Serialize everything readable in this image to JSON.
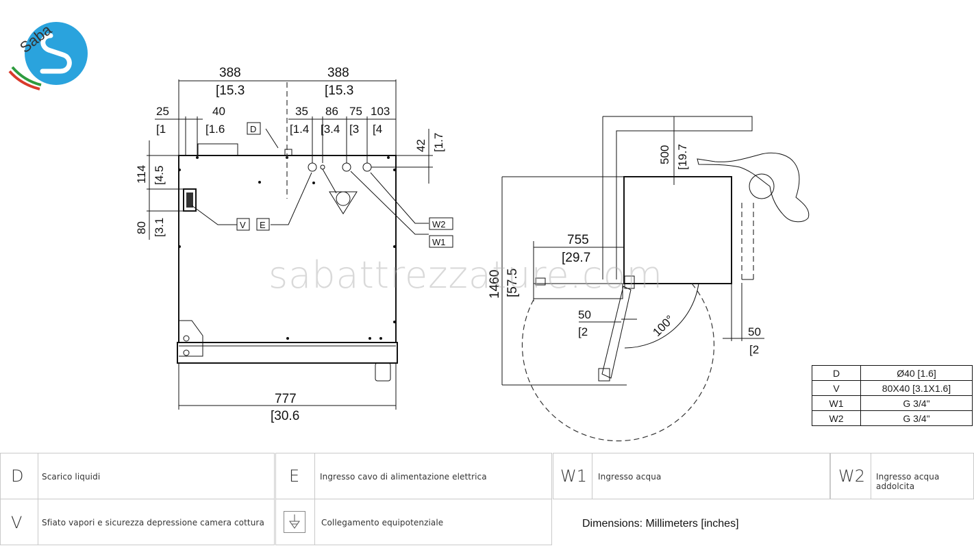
{
  "brand": {
    "logo_text": "Saba",
    "logo_colors": {
      "circle": "#2aa3dd",
      "green": "#2e9b3e",
      "red": "#d93a2b"
    },
    "watermark": "sabattrezzature.com"
  },
  "front_view": {
    "dims": {
      "top_left": {
        "mm": "388",
        "in": "[15.3"
      },
      "top_right": {
        "mm": "388",
        "in": "[15.3"
      },
      "d25": {
        "mm": "25",
        "in": "[1"
      },
      "d40": {
        "mm": "40",
        "in": "[1.6"
      },
      "d35": {
        "mm": "35",
        "in": "[1.4"
      },
      "d86": {
        "mm": "86",
        "in": "[3.4"
      },
      "d75": {
        "mm": "75",
        "in": "[3"
      },
      "d103": {
        "mm": "103",
        "in": "[4"
      },
      "d42": {
        "mm": "42",
        "in": "[1.7"
      },
      "d114": {
        "mm": "114",
        "in": "[4.5"
      },
      "d80": {
        "mm": "80",
        "in": "[3.1"
      },
      "width": {
        "mm": "777",
        "in": "[30.6"
      }
    },
    "tags": {
      "D": "D",
      "V": "V",
      "E": "E",
      "W1": "W1",
      "W2": "W2"
    }
  },
  "side_view": {
    "dims": {
      "d500": {
        "mm": "500",
        "in": "[19.7"
      },
      "d755": {
        "mm": "755",
        "in": "[29.7"
      },
      "d1460": {
        "mm": "1460",
        "in": "[57.5"
      },
      "d50_door": {
        "mm": "50",
        "in": "[2"
      },
      "d50_right": {
        "mm": "50",
        "in": "[2"
      },
      "angle": "100°"
    }
  },
  "spec_table": [
    {
      "key": "D",
      "value": "Ø40 [1.6]"
    },
    {
      "key": "V",
      "value": "80X40 [3.1X1.6]"
    },
    {
      "key": "W1",
      "value": "G 3/4\""
    },
    {
      "key": "W2",
      "value": "G 3/4\""
    }
  ],
  "legend": {
    "items": [
      {
        "code": "D",
        "text": "Scarico liquidi"
      },
      {
        "code": "E",
        "text": "Ingresso cavo di alimentazione elettrica"
      },
      {
        "code": "W1",
        "text": "Ingresso acqua"
      },
      {
        "code": "W2",
        "text": "Ingresso acqua addolcita"
      },
      {
        "code": "V",
        "text": "Sfiato vapori e sicurezza depressione camera cottura"
      },
      {
        "code": "",
        "text": "Collegamento equipotenziale"
      }
    ],
    "units_note": "Dimensions: Millimeters [inches]"
  }
}
